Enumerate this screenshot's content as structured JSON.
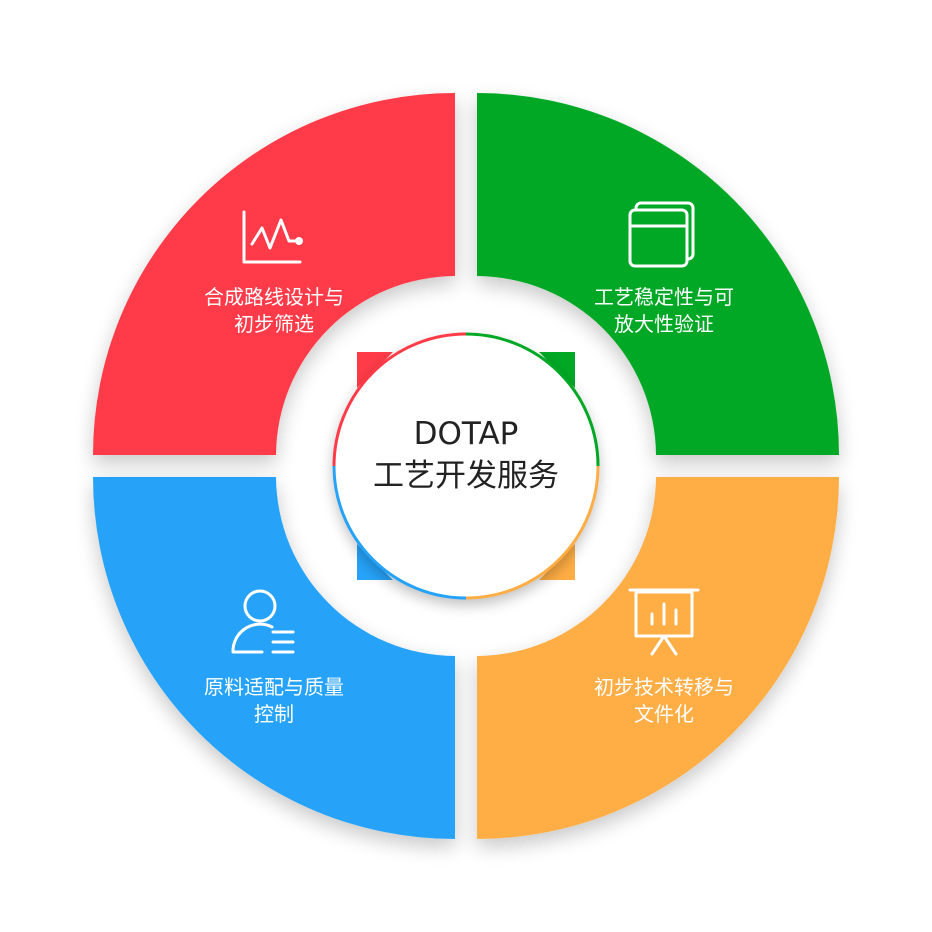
{
  "center": {
    "line1": "DOTAP",
    "line2": "工艺开发服务"
  },
  "colors": {
    "red": "#ff3b48",
    "green": "#00a825",
    "blue": "#26a3f9",
    "orange": "#ffad44",
    "text_dark": "#222222",
    "text_light": "#ffffff"
  },
  "segments": [
    {
      "key": "red",
      "icon": "line-chart-icon",
      "line1": "合成路线设计与",
      "line2": "初步筛选"
    },
    {
      "key": "green",
      "icon": "browser-window-icon",
      "line1": "工艺稳定性与可",
      "line2": "放大性验证"
    },
    {
      "key": "blue",
      "icon": "user-list-icon",
      "line1": "原料适配与质量",
      "line2": "控制"
    },
    {
      "key": "orange",
      "icon": "presentation-board-icon",
      "line1": "初步技术转移与",
      "line2": "文件化"
    }
  ]
}
